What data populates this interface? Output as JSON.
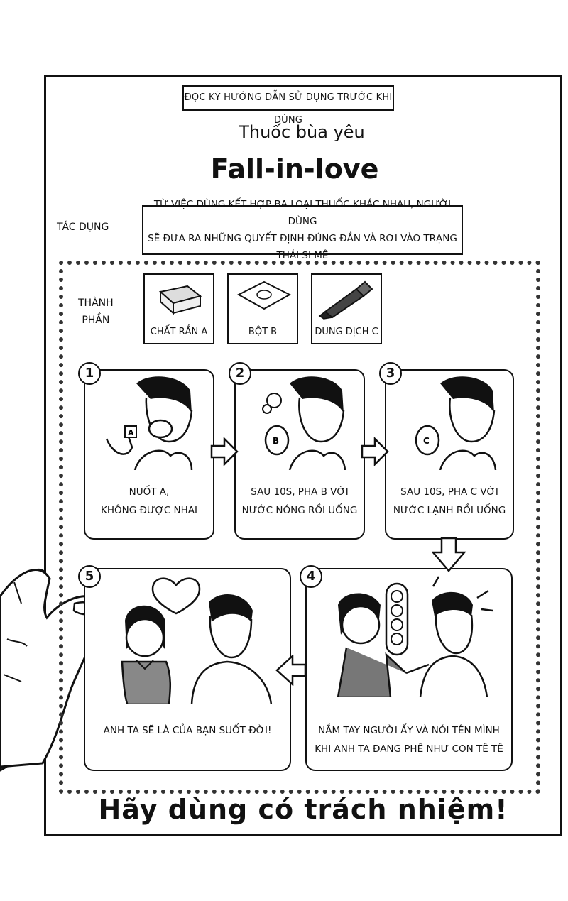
{
  "header": {
    "warning": "ĐỌC KỸ HƯỚNG DẪN SỬ DỤNG TRƯỚC KHI DÙNG",
    "subtitle": "Thuốc bùa yêu",
    "title": "Fall-in-love"
  },
  "effect": {
    "label": "TÁC DỤNG",
    "line1": "TỪ VIỆC DÙNG KẾT HỢP BA LOẠI THUỐC KHÁC NHAU, NGƯỜI DÙNG",
    "line2": "SẼ ĐƯA RA NHỮNG QUYẾT ĐỊNH ĐÚNG ĐẮN VÀ RƠI VÀO TRẠNG THÁI SI MÊ"
  },
  "ingredients": {
    "label_line1": "THÀNH",
    "label_line2": "PHẦN",
    "items": [
      {
        "name": "CHẤT RẮN A",
        "icon": "solid-block-icon"
      },
      {
        "name": "BỘT B",
        "icon": "powder-packet-icon"
      },
      {
        "name": "DUNG DỊCH C",
        "icon": "vial-icon"
      }
    ]
  },
  "steps": [
    {
      "number": "1",
      "line1": "NUỐT A,",
      "line2": "KHÔNG ĐƯỢC NHAI",
      "letter": "A"
    },
    {
      "number": "2",
      "line1": "SAU 10S, PHA B VỚI",
      "line2": "NƯỚC NÓNG RỒI  UỐNG",
      "letter": "B"
    },
    {
      "number": "3",
      "line1": "SAU 10S, PHA C VỚI",
      "line2": "NƯỚC LẠNH RỒI UỐNG",
      "letter": "C"
    },
    {
      "number": "4",
      "line1": "NẮM TAY NGƯỜI ẤY VÀ NÓI TÊN MÌNH",
      "line2": "KHI ANH TA ĐANG PHÊ NHƯ CON TÊ TÊ"
    },
    {
      "number": "5",
      "line1": "ANH TA SẼ LÀ CỦA BẠN SUỐT ĐỜI!"
    }
  ],
  "slogan": "Hãy dùng có trách nhiệm!"
}
